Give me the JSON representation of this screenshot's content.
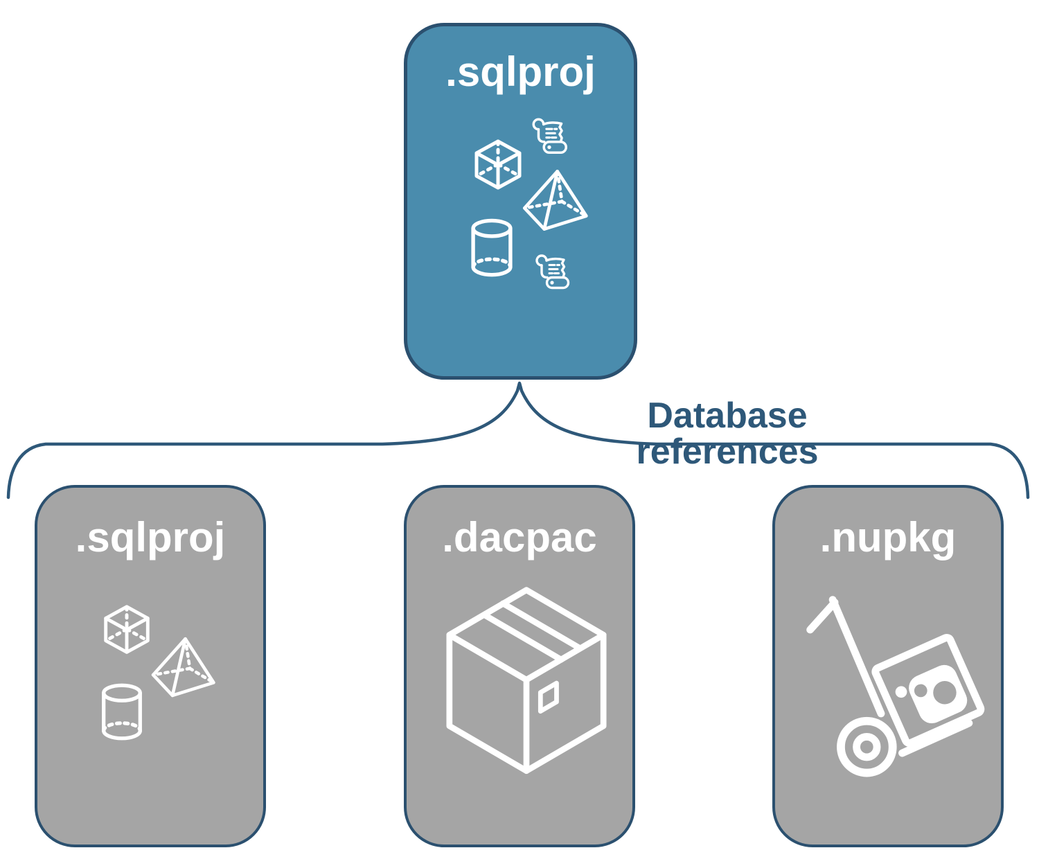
{
  "diagram": {
    "root_card": {
      "label": ".sqlproj"
    },
    "connector": {
      "label": "Database references"
    },
    "children": [
      {
        "label": ".sqlproj"
      },
      {
        "label": ".dacpac"
      },
      {
        "label": ".nupkg"
      }
    ],
    "icons": {
      "root_card": [
        "cube-icon",
        "scroll-icon",
        "pyramid-icon",
        "cylinder-icon",
        "scroll-icon"
      ],
      "sqlproj_child": [
        "cube-icon",
        "pyramid-icon",
        "cylinder-icon"
      ],
      "dacpac_child": [
        "package-box-icon"
      ],
      "nupkg_child": [
        "hand-truck-nuget-icon"
      ]
    },
    "colors": {
      "root_card_fill": "#4A8CAD",
      "card_border": "#2B506F",
      "child_card_fill": "#A5A5A5",
      "connector_line": "#2E5879",
      "connector_label_text": "#2E5879",
      "card_label_text": "#FFFFFF",
      "background": "#FFFFFF"
    }
  }
}
